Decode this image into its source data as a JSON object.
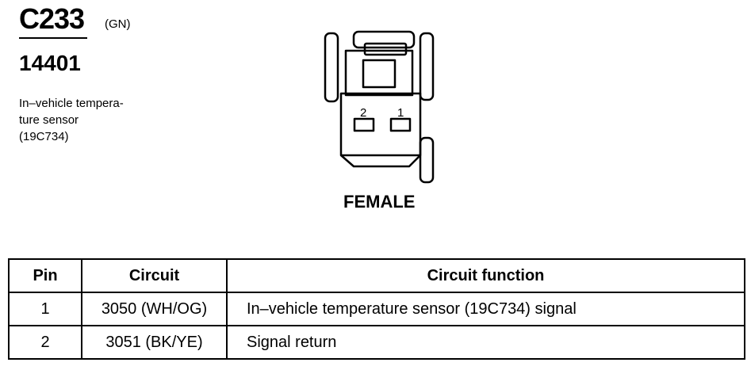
{
  "header": {
    "connector_id": "C233",
    "connector_color": "(GN)",
    "part_number": "14401",
    "description_lines": [
      "In–vehicle tempera-",
      "ture sensor",
      "(19C734)"
    ]
  },
  "diagram": {
    "pin_labels": [
      "2",
      "1"
    ],
    "gender": "FEMALE"
  },
  "table": {
    "headers": [
      "Pin",
      "Circuit",
      "Circuit function"
    ],
    "rows": [
      {
        "pin": "1",
        "circuit": "3050 (WH/OG)",
        "function": "In–vehicle temperature sensor (19C734) signal"
      },
      {
        "pin": "2",
        "circuit": "3051 (BK/YE)",
        "function": "Signal return"
      }
    ]
  }
}
